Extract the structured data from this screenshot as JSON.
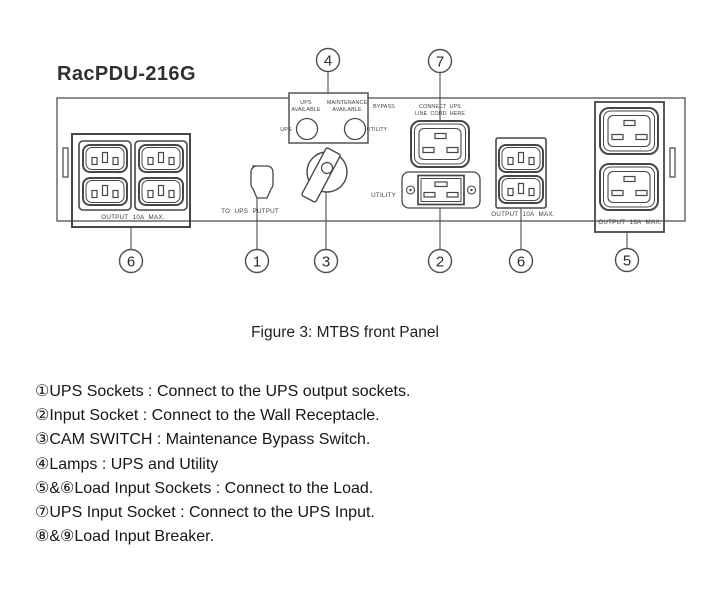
{
  "title": "RacPDU-216G",
  "caption": "Figure 3: MTBS front Panel",
  "lamp_panel": {
    "ups_line1": "UPS",
    "ups_line2": "AVAILABLE",
    "maint_line1": "MAINTENANCE",
    "maint_line2": "AVAILABLE",
    "left_lamp_label": "UPS",
    "bypass_label": "BYPASS",
    "utility_label": "UTILITY"
  },
  "sockets": {
    "left_group_label": "OUTPUT 10A MAX.",
    "to_ups_label": "TO UPS PUTPUT",
    "connect_label_line1": "CONNECT UPS",
    "connect_label_line2": "LINE CORD HERE",
    "utility_socket_label": "UTILITY",
    "mid_group_label": "OUTPUT 10A MAX.",
    "right_group_label": "OUTPUT 16A MAX."
  },
  "callouts": {
    "one": "1",
    "two": "2",
    "three": "3",
    "four": "4",
    "five": "5",
    "six": "6",
    "seven": "7"
  },
  "legend": {
    "items": [
      "①UPS Sockets : Connect to the UPS output sockets.",
      "②Input Socket : Connect to the Wall Receptacle.",
      "③CAM SWITCH : Maintenance Bypass Switch.",
      "④Lamps : UPS and Utility",
      "⑤&⑥Load Input Sockets : Connect to the Load.",
      "⑦UPS Input Socket : Connect to the UPS Input.",
      "⑧&⑨Load Input Breaker."
    ]
  },
  "colors": {
    "ink": "#474747",
    "text": "#1a1a1a",
    "background": "#ffffff"
  }
}
